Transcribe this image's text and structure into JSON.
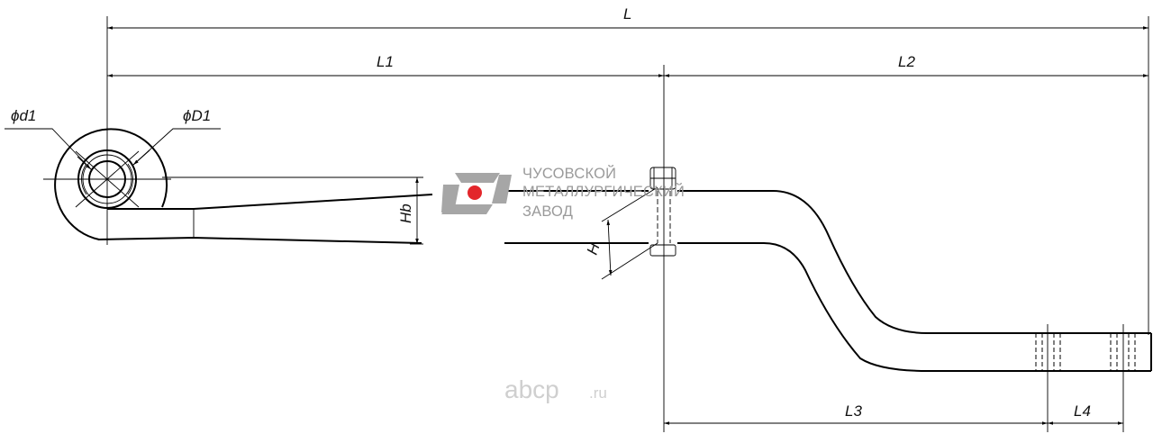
{
  "dimensions": {
    "L": "L",
    "L1": "L1",
    "L2": "L2",
    "L3": "L3",
    "L4": "L4",
    "H": "H",
    "Hb": "Hb",
    "d1": "ϕd1",
    "D1": "ϕD1"
  },
  "logo": {
    "line1": "ЧУСОВСКОЙ",
    "line2": "МЕТАЛЛУРГИЧЕСКИЙ",
    "line3": "ЗАВОД",
    "accent_color": "#e3262b",
    "mark_color": "#a6a6a6"
  },
  "watermark": {
    "name": "abcp",
    "suffix": ".ru"
  }
}
